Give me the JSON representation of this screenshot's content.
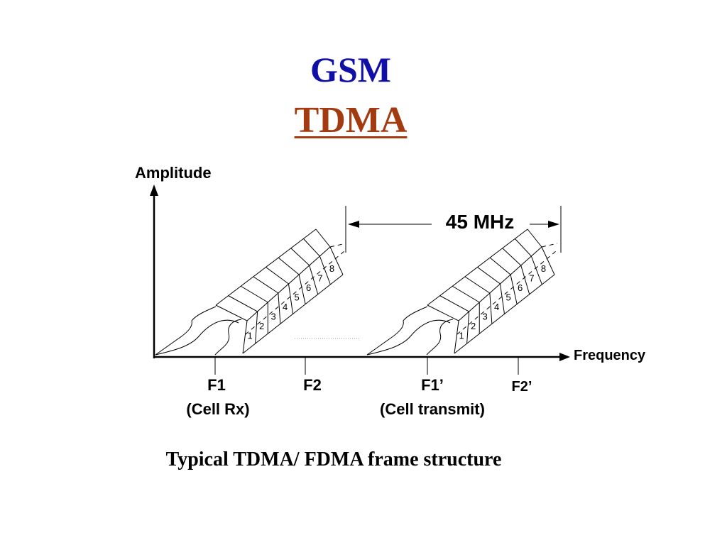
{
  "slide": {
    "title_line1": "GSM",
    "title_line2": "TDMA",
    "caption": "Typical TDMA/ FDMA frame structure"
  },
  "colors": {
    "title_gsm": "#1010a8",
    "title_tdma": "#a33b10",
    "ink": "#000000"
  },
  "diagram": {
    "y_axis_label": "Amplitude",
    "x_axis_label": "Frequency",
    "spacing_label": "45 MHz",
    "frequencies": [
      {
        "name": "F1",
        "sub": "(Cell Rx)"
      },
      {
        "name": "F2",
        "sub": ""
      },
      {
        "name": "F1’",
        "sub": "(Cell transmit)"
      },
      {
        "name": "F2’",
        "sub": ""
      }
    ],
    "slots": [
      "1",
      "2",
      "3",
      "4",
      "5",
      "6",
      "7",
      "8"
    ]
  }
}
